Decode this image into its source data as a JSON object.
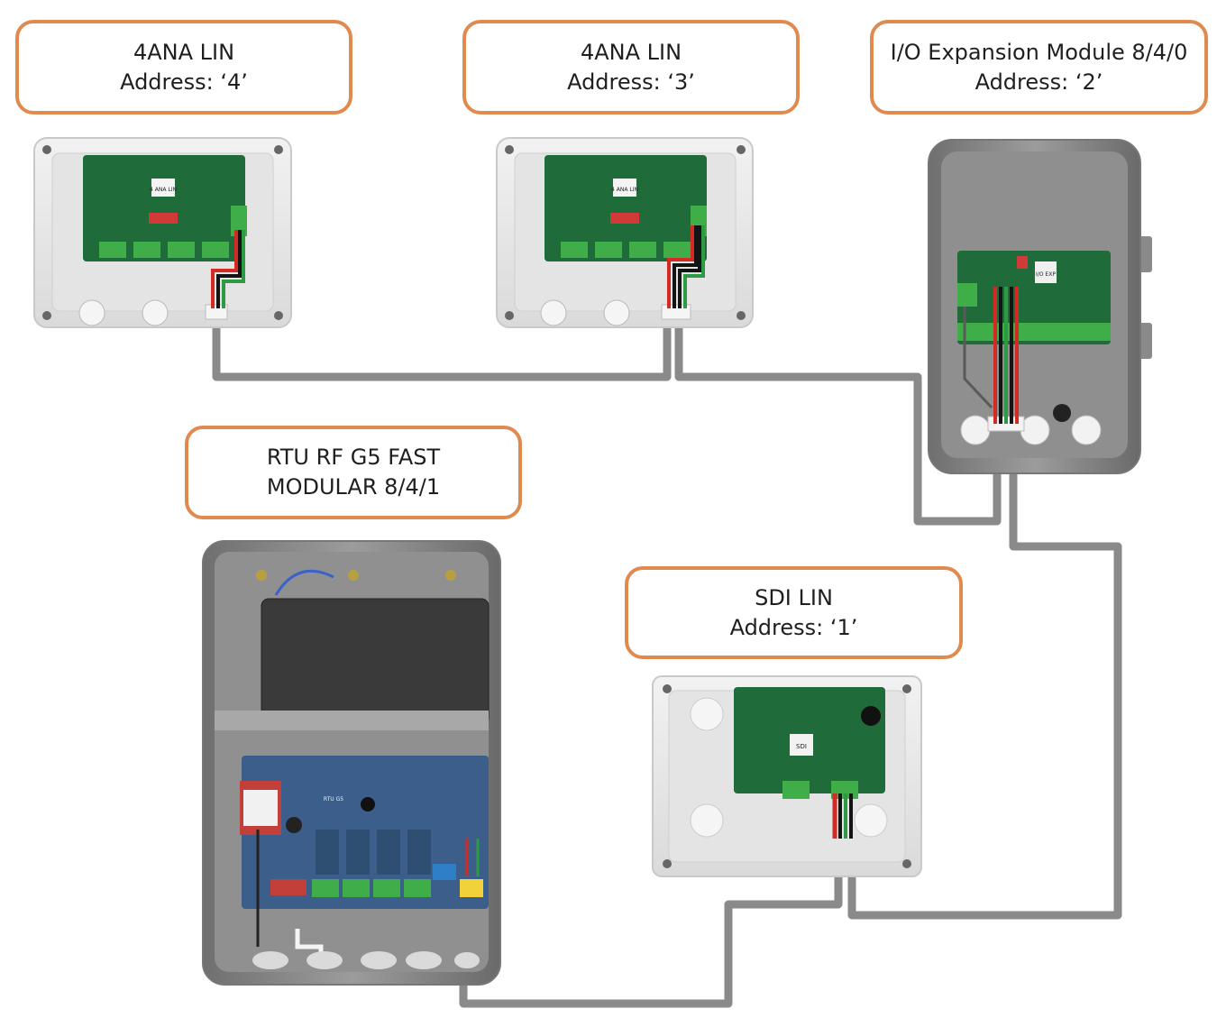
{
  "labels": {
    "ana_4": {
      "line1": "4ANA LIN",
      "line2": "Address: ‘4’"
    },
    "ana_3": {
      "line1": "4ANA LIN",
      "line2": "Address: ‘3’"
    },
    "io_expansion": {
      "line1": "I/O Expansion Module 8/4/0",
      "line2": "Address: ‘2’"
    },
    "rtu": {
      "line1": "RTU RF G5 FAST",
      "line2": "MODULAR 8/4/1"
    },
    "sdi": {
      "line1": "SDI LIN",
      "line2": "Address: ‘1’"
    }
  },
  "colors": {
    "label_border": "#e08a4f",
    "cable": "#8a8a8a",
    "wire_red": "#d42a24",
    "wire_black": "#141414",
    "wire_green": "#2e9a44",
    "pcb_green": "#1f6b3a",
    "pcb_blue": "#3b5f8a",
    "terminal_green": "#3fae49",
    "enclosure_light": "#e8e8e8",
    "enclosure_grey": "#8c8c8c"
  },
  "devices": [
    {
      "id": "ana-4",
      "board_label": "4 ANA LIN"
    },
    {
      "id": "ana-3",
      "board_label": "4 ANA LIN"
    },
    {
      "id": "io-expansion",
      "board_label": "I/O EXP"
    },
    {
      "id": "rtu",
      "board_label": "RTU G5"
    },
    {
      "id": "sdi",
      "board_label": "SDI"
    }
  ]
}
